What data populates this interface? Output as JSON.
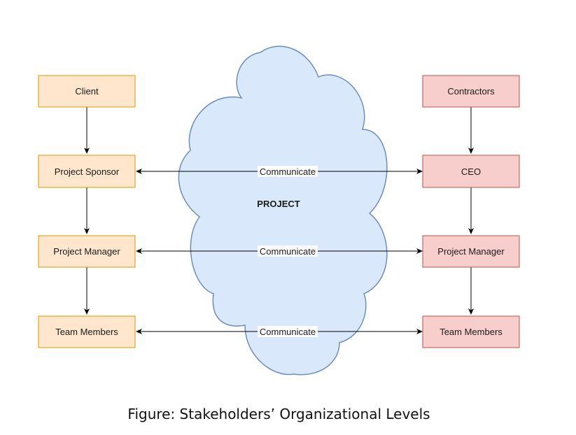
{
  "diagram": {
    "center_label": "PROJECT",
    "left_nodes": [
      "Client",
      "Project Sponsor",
      "Project Manager",
      "Team Members"
    ],
    "right_nodes": [
      "Contractors",
      "CEO",
      "Project Manager",
      "Team Members"
    ],
    "communication_labels": [
      "Communicate",
      "Communicate",
      "Communicate"
    ],
    "colors": {
      "left_fill": "#ffe6cc",
      "left_stroke": "#d79b00",
      "right_fill": "#f8cecc",
      "right_stroke": "#b85450",
      "cloud_fill": "#dae8fc",
      "cloud_stroke": "#6c8ebf",
      "edge": "#000000"
    }
  },
  "caption": "Figure: Stakeholders’ Organizational Levels"
}
